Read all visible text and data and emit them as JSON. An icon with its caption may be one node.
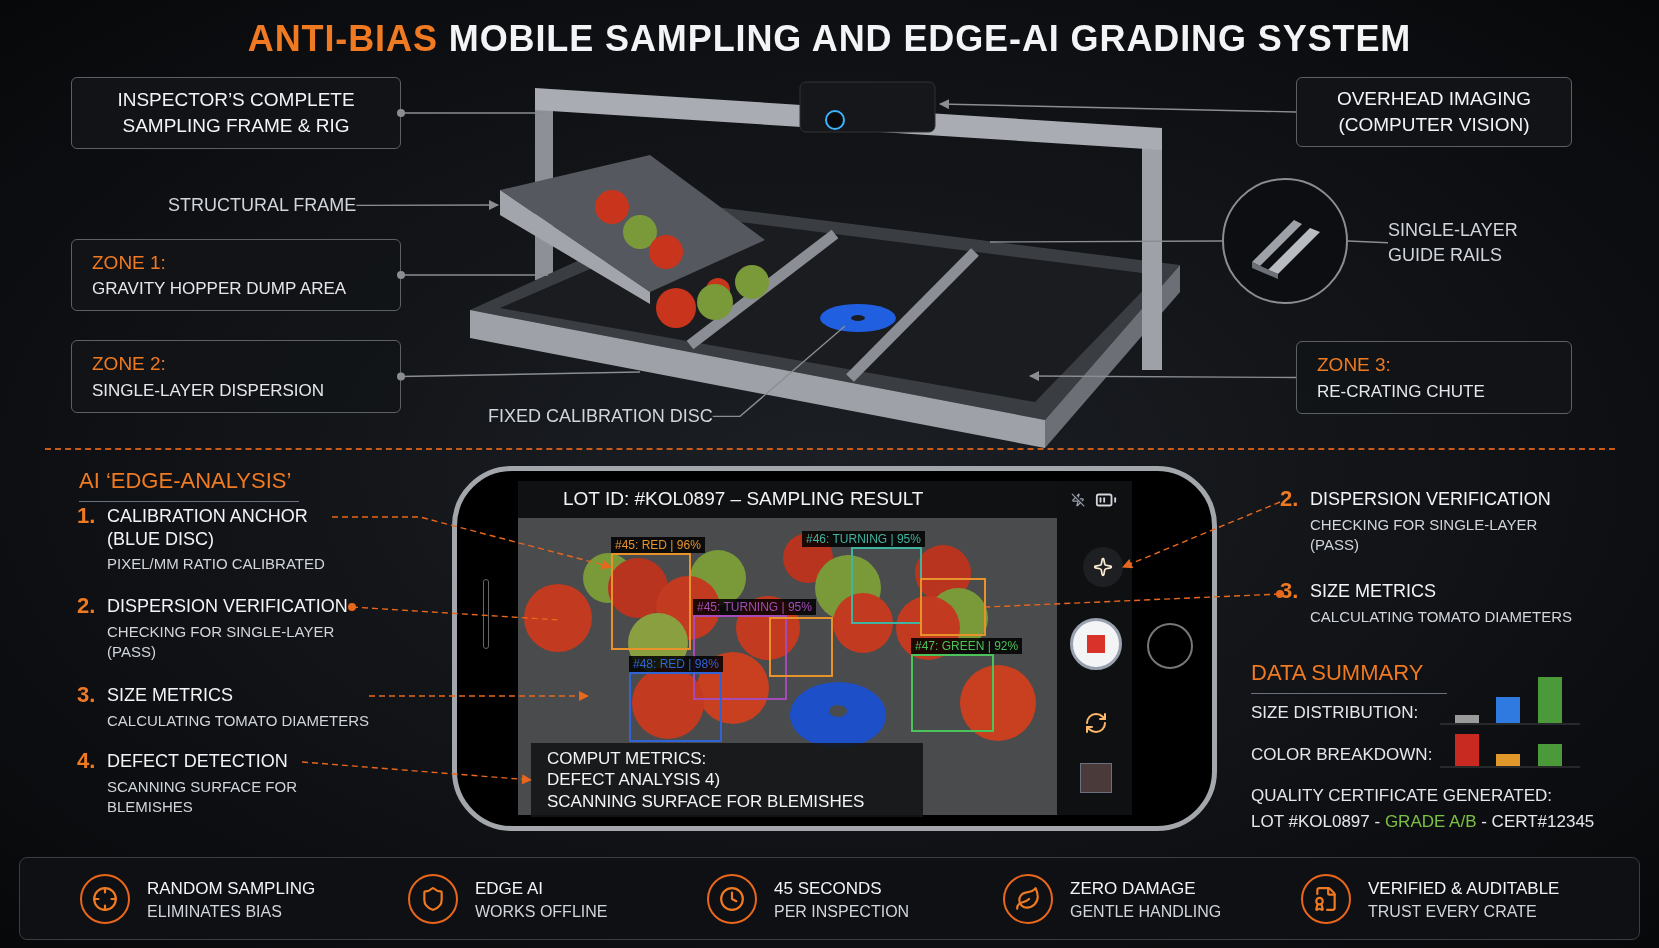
{
  "diagram": {
    "title": "**ANTI-BIAS** MOBILE SAMPLING AND EDGE-AI GRADING SYSTEM",
    "nodes": [
      {
        "text": [
          "INSPECTOR’S COMPLETE SAMPLING FRAME & RIG"
        ]
      },
      {
        "text": [
          "STRUCTURAL FRAME"
        ]
      },
      {
        "text": [
          "ZONE 1:",
          "GRAVITY HOPPER DUMP AREA"
        ]
      },
      {
        "text": [
          "ZONE 2:",
          "SINGLE-LAYER DISPERSION"
        ]
      },
      {
        "text": [
          "FIXED CALIBRATION DISC"
        ]
      },
      {
        "text": [
          "OVERHEAD IMAGING (COMPUTER VISION)"
        ]
      },
      {
        "text": [],
        "shape": "picture"
      },
      {
        "text": [
          "SINGLE-LAYER GUIDE RAILS"
        ]
      },
      {
        "text": [
          "ZONE 3:",
          "RE-CRATING CHUTE"
        ]
      },
      {
        "text": [
          "1.",
          "CALIBRATION ANCHOR (BLUE DISC)",
          "PIXEL/MM RATIO CALIBRATED"
        ]
      },
      {
        "text": [
          "2.",
          "DISPERSION VERIFICATION",
          "CHECKING FOR SINGLE-LAYER (PASS)"
        ]
      },
      {
        "text": [
          "3.",
          "SIZE METRICS",
          "CALCULATING TOMATO DIAMETERS"
        ]
      },
      {
        "text": [
          "4.",
          "DEFECT DETECTION",
          "SCANNING SURFACE FOR BLEMISHES"
        ]
      },
      {
        "text": [
          "LOT ID: #KOL0897 – SAMPLING RESULT"
        ]
      },
      {
        "text": [
          "#45: RED | 96%"
        ],
        "in": 13
      },
      {
        "text": [
          "#46: TURNING | 95%"
        ],
        "in": 13
      },
      {
        "text": [
          "#45: TURNING | 95%"
        ],
        "in": 13
      },
      {
        "text": [],
        "shape": "box",
        "in": 13
      },
      {
        "text": [],
        "shape": "box",
        "in": 13
      },
      {
        "text": [
          "#47: GREEN | 92%"
        ],
        "in": 13
      },
      {
        "text": [
          "#48: RED | 98%"
        ],
        "in": 13
      },
      {
        "text": [
          "COMPUT METRICS:",
          "DEFECT ANALYSIS 4)",
          "SCANNING SURFACE FOR BLEMISHES"
        ],
        "in": 13
      },
      {
        "text": [],
        "shape": "circle",
        "in": 13
      },
      {
        "text": [
          "2.",
          "DISPERSION VERIFICATION",
          "CHECKING FOR SINGLE-LAYER (PASS)"
        ]
      },
      {
        "text": [
          "3.",
          "SIZE METRICS",
          "CALCULATING TOMATO DIAMETERS"
        ]
      }
    ],
    "edges": [
      {
        "from": 0,
        "to": null,
        "arrow": "other"
      },
      {
        "from": 1,
        "to": null,
        "arrow": "to"
      },
      {
        "from": 2,
        "to": null,
        "arrow": "other"
      },
      {
        "from": 3,
        "to": null,
        "arrow": "other"
      },
      {
        "from": 4,
        "to": null,
        "arrow": "none"
      },
      {
        "from": 5,
        "to": null,
        "arrow": "to"
      },
      {
        "from": null,
        "to": 6,
        "arrow": "none"
      },
      {
        "from": 6,
        "to": 7,
        "arrow": "none"
      },
      {
        "from": 8,
        "to": null,
        "arrow": "to"
      },
      {
        "from": 9,
        "to": 14,
        "arrow": "to",
        "style": "dashed",
        "color": "#e8671c"
      },
      {
        "from": 10,
        "to": null,
        "arrow": "other",
        "style": "dashed",
        "color": "#e8671c"
      },
      {
        "from": 11,
        "to": null,
        "arrow": "to",
        "style": "dashed",
        "color": "#e8671c"
      },
      {
        "from": 12,
        "to": 21,
        "arrow": "to",
        "style": "dashed",
        "color": "#e8671c"
      },
      {
        "from": 23,
        "to": 22,
        "arrow": "to",
        "style": "dashed",
        "color": "#e8671c"
      },
      {
        "from": 24,
        "to": 18,
        "arrow": "other",
        "style": "dashed",
        "color": "#e8671c"
      }
    ],
    "labels": [
      "AI ‘EDGE-ANALYSIS’",
      "DATA SUMMARY",
      "SIZE DISTRIBUTION:",
      "COLOR BREAKDOWN:",
      "QUALITY CERTIFICATE GENERATED:",
      "LOT #KOL0897 - **GRADE A/B** - CERT#12345",
      "RANDOM SAMPLING",
      "ELIMINATES BIAS",
      "EDGE AI",
      "WORKS OFFLINE",
      "45 SECONDS",
      "PER INSPECTION",
      "ZERO DAMAGE",
      "GENTLE HANDLING",
      "VERIFIED & AUDITABLE",
      "TRUST EVERY CRATE"
    ]
  }
}
